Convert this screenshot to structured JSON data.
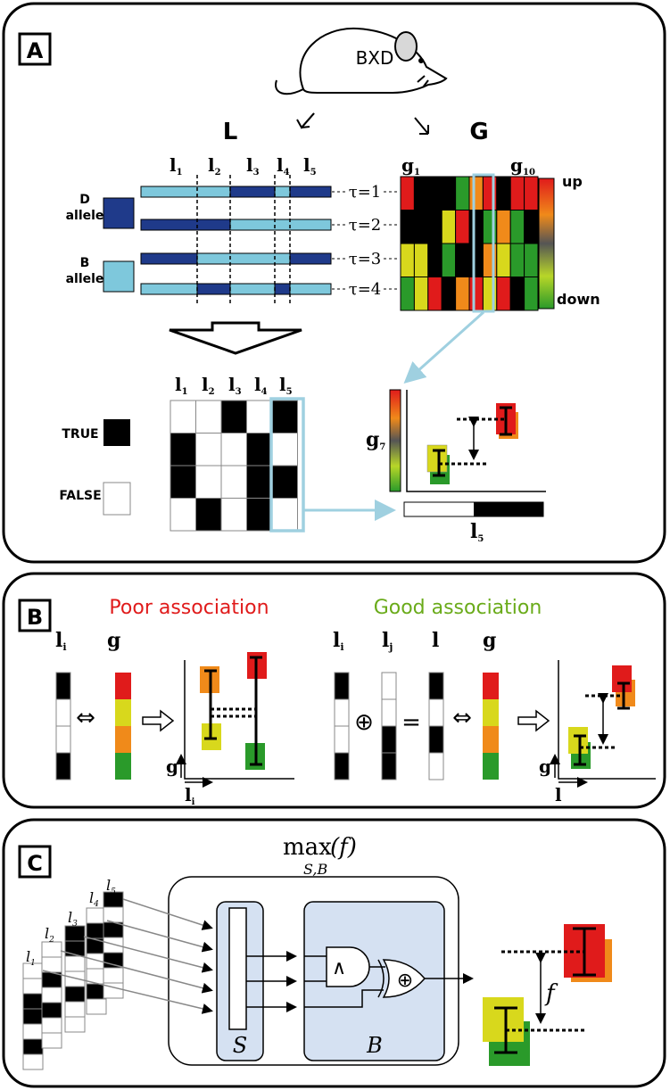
{
  "panel_a": {
    "label": "A",
    "mouse_label": "BXD",
    "L_label": "L",
    "G_label": "G",
    "loci_top": [
      "l1",
      "l2",
      "l3",
      "l4",
      "l5"
    ],
    "allele_d": "D\nallele",
    "allele_d_line1": "D",
    "allele_d_line2": "allele",
    "allele_b_line1": "B",
    "allele_b_line2": "allele",
    "taus": [
      "τ=1",
      "τ=2",
      "τ=3",
      "τ=4"
    ],
    "g_first": "g",
    "g_first_sub": "1",
    "g_last": "g",
    "g_last_sub": "10",
    "scale_up": "up",
    "scale_down": "down",
    "true_label": "TRUE",
    "false_label": "FALSE",
    "g7": "g",
    "g7_sub": "7",
    "l5": "l",
    "l5_sub": "5",
    "colors": {
      "d_allele": "#1f3a8a",
      "b_allele": "#7ec8dc",
      "highlight": "#9fd0e0"
    }
  },
  "panel_b": {
    "label": "B",
    "poor": "Poor association",
    "good": "Good association",
    "li": "l",
    "li_sub": "i",
    "lj": "l",
    "lj_sub": "j",
    "l": "l",
    "g": "g",
    "xor_symbol": "⊕",
    "equals": "=",
    "iff": "⇔",
    "colors": {
      "poor": "#e01b1b",
      "good": "#6aab1a"
    }
  },
  "panel_c": {
    "label": "C",
    "max_label": "max",
    "max_arg": "(f)",
    "max_sub": "S,B",
    "layers": [
      "l1",
      "l2",
      "l3",
      "l4",
      "l5"
    ],
    "s_label": "S",
    "b_label": "B",
    "f_label": "f",
    "and_symbol": "∧",
    "xor_symbol": "⊕"
  }
}
